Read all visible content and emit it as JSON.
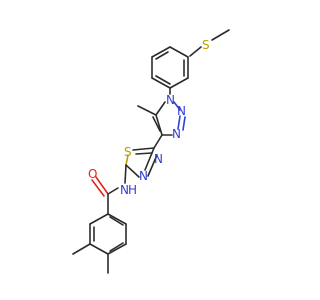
{
  "molecule": {
    "atom_labels": {
      "s_thioether": "S",
      "n1_triazole": "N",
      "n2_triazole": "N",
      "n3_triazole": "N",
      "s_thiadiazole": "S",
      "n_thiadiazole_upper": "N",
      "n_thiadiazole_lower": "N",
      "o_carbonyl": "O",
      "n_amide": "N",
      "h_amide": "H"
    },
    "colors": {
      "bond": "#2b2b2b",
      "nitrogen": "#2f3fd8",
      "sulfur": "#b8a000",
      "oxygen": "#e0261c"
    }
  }
}
